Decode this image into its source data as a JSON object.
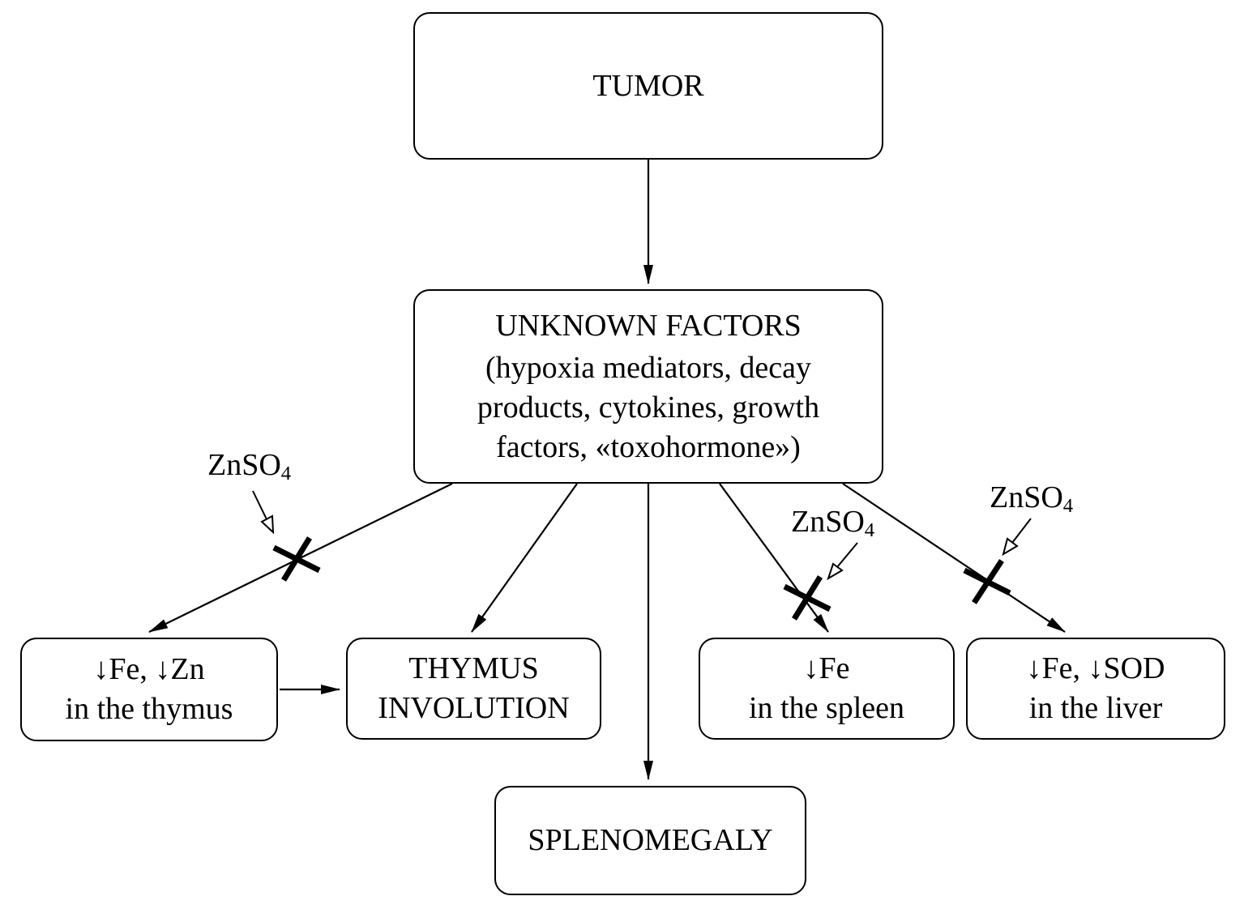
{
  "colors": {
    "ink": "#000000",
    "background": "#ffffff"
  },
  "diagram": {
    "nodes": {
      "tumor": {
        "label": "TUMOR"
      },
      "unknown_factors": {
        "title": "UNKNOWN FACTORS",
        "subtitle": "(hypoxia mediators, decay products, cytokines, growth factors, «toxohormone»)"
      },
      "thymus_elements": {
        "line1": "↓Fe, ↓Zn",
        "line2": "in the thymus"
      },
      "thymus_involution": {
        "line1": "THYMUS",
        "line2": "INVOLUTION"
      },
      "spleen": {
        "line1": "↓Fe",
        "line2": "in the spleen"
      },
      "liver": {
        "line1": "↓Fe, ↓SOD",
        "line2": "in the liver"
      },
      "splenomegaly": {
        "label": "SPLENOMEGALY"
      }
    },
    "inhibitor": {
      "name": "ZnSO",
      "subscript": "4"
    }
  }
}
